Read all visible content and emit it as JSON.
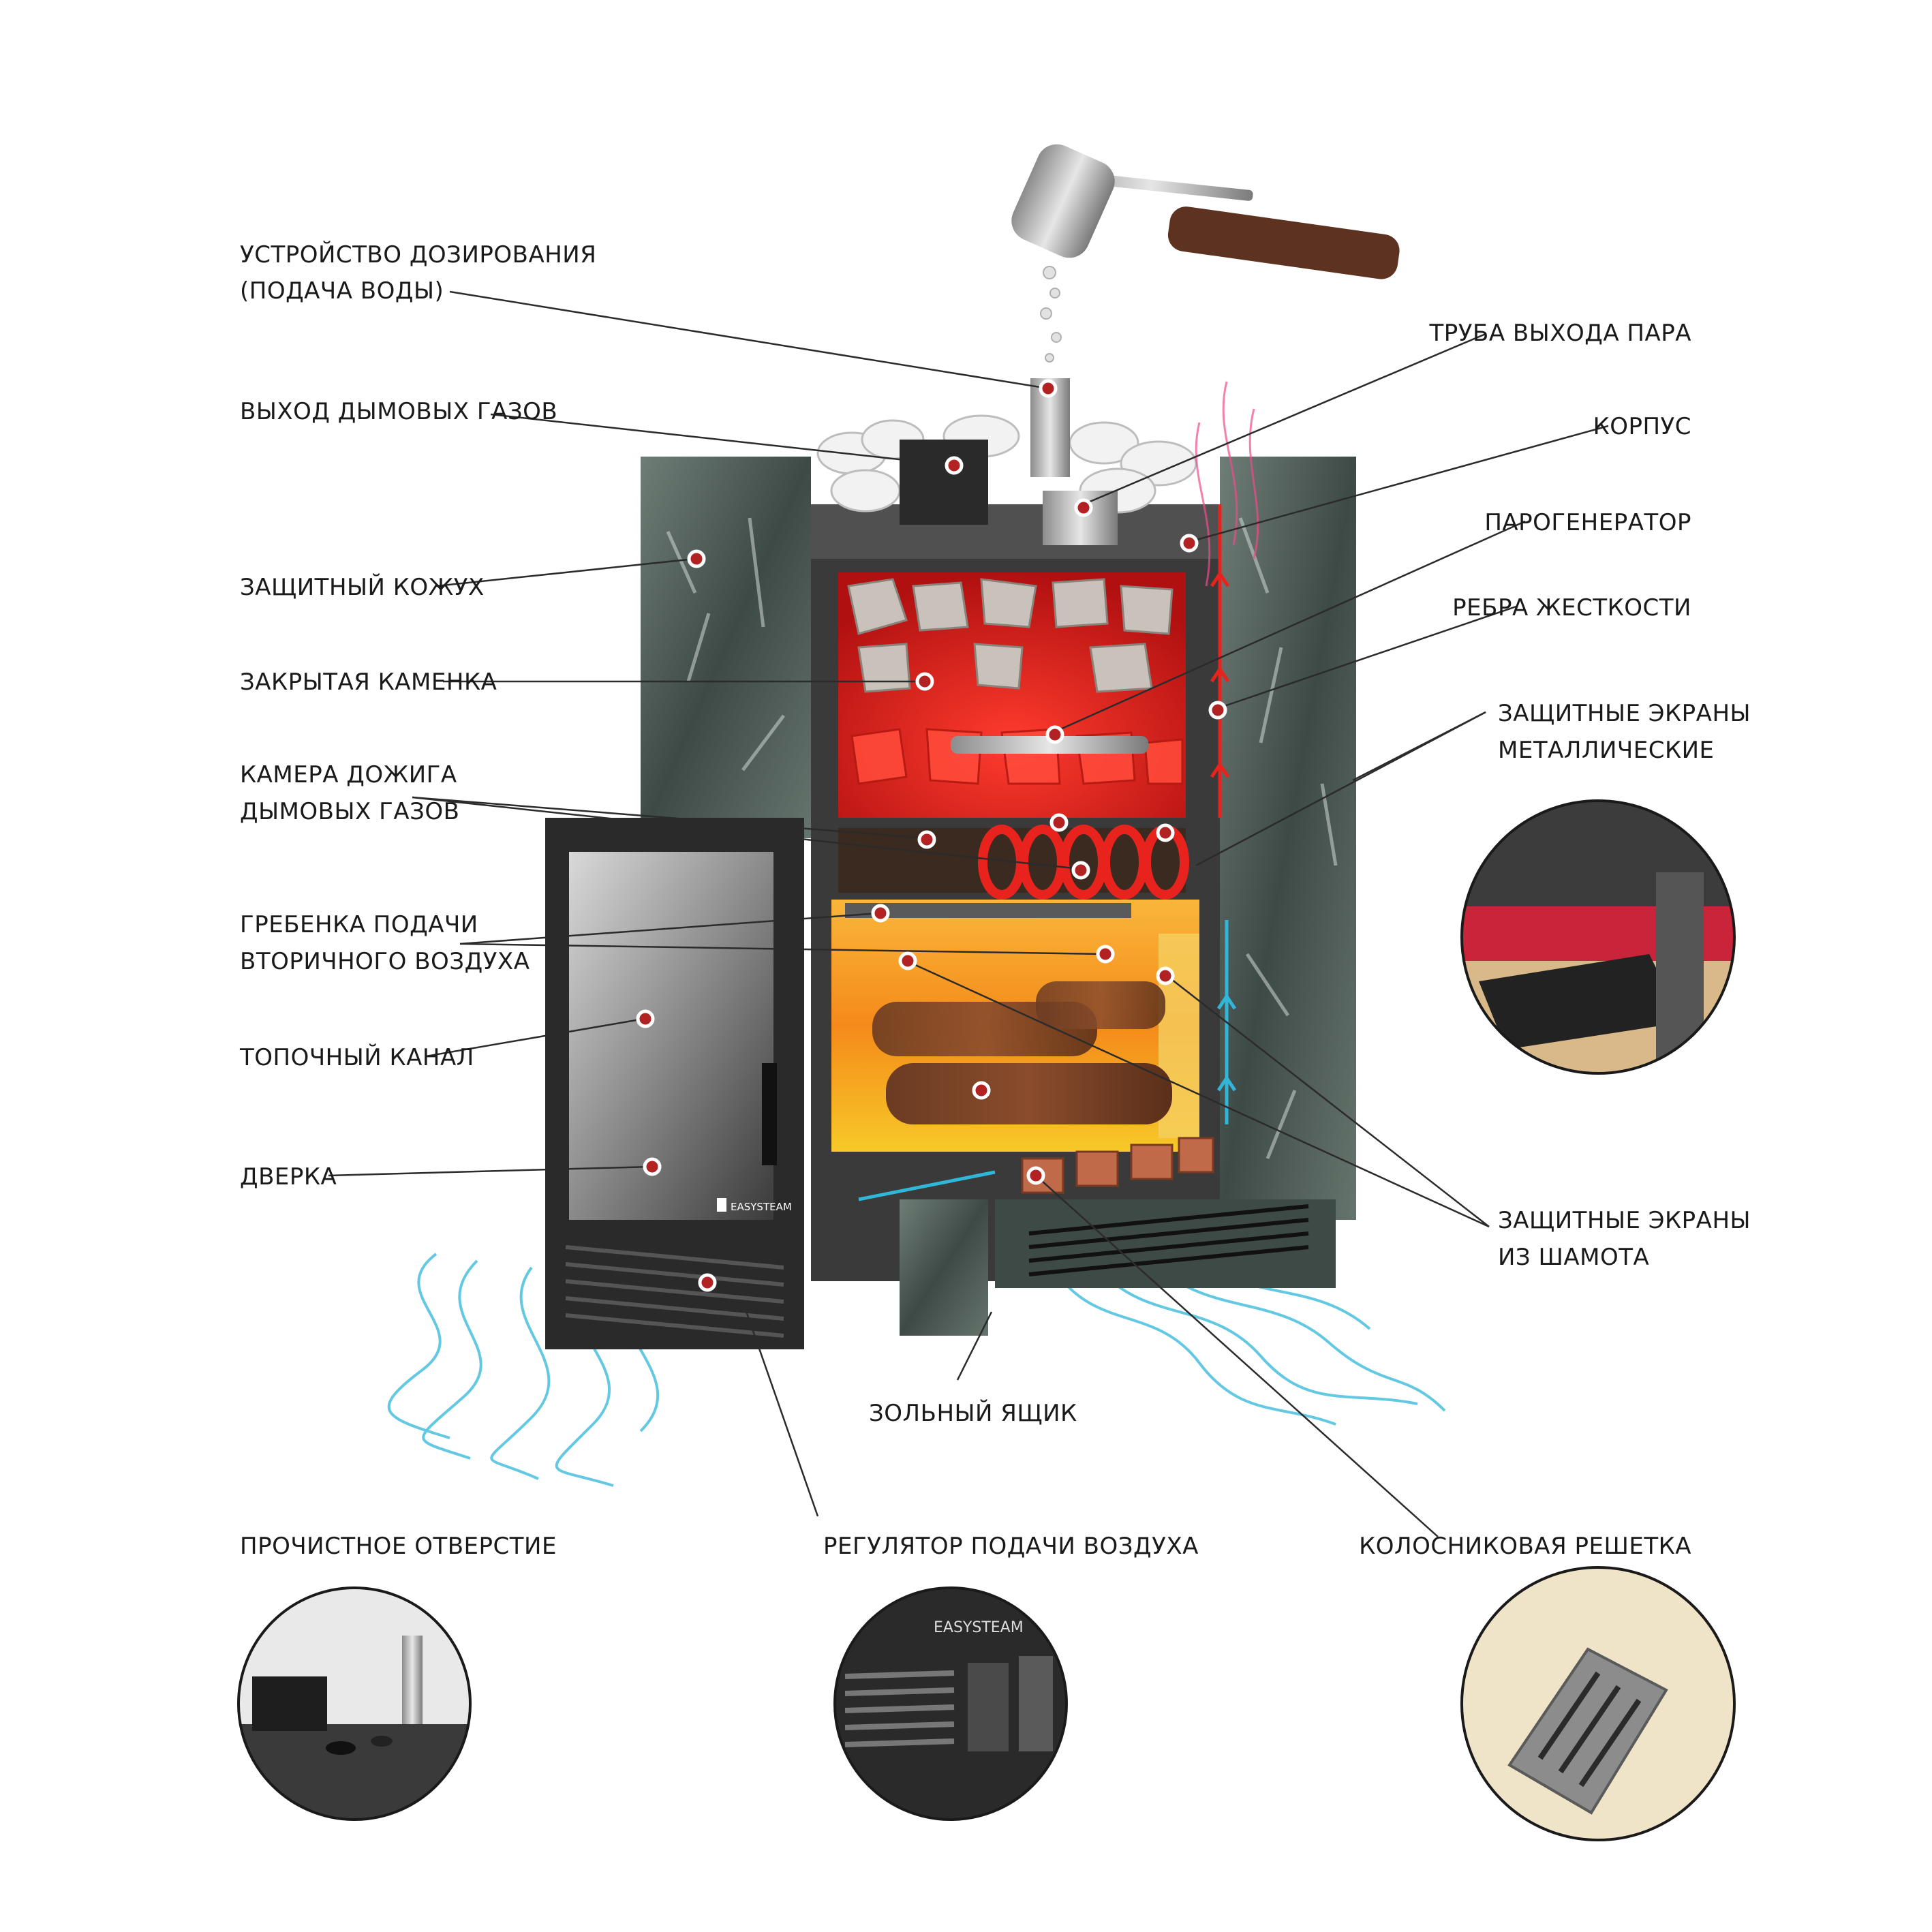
{
  "brand": "EASYSTEAM",
  "colors": {
    "hot": "#e8231d",
    "fire": "#f7a21a",
    "air": "#2fb6d9",
    "stone": "#4f5c57",
    "metal": "#2a2a2a",
    "marker": "#b22222"
  },
  "labels": {
    "dosing": [
      "УСТРОЙСТВО ДОЗИРОВАНИЯ",
      "(ПОДАЧА ВОДЫ)"
    ],
    "flue": [
      "ВЫХОД ДЫМОВЫХ ГАЗОВ"
    ],
    "casing": [
      "ЗАЩИТНЫЙ КОЖУХ"
    ],
    "heater": [
      "ЗАКРЫТАЯ КАМЕНКА"
    ],
    "afterburn": [
      "КАМЕРА ДОЖИГА",
      "ДЫМОВЫХ ГАЗОВ"
    ],
    "secondary_air": [
      "ГРЕБЕНКА ПОДАЧИ",
      "ВТОРИЧНОГО ВОЗДУХА"
    ],
    "firebox": [
      "ТОПОЧНЫЙ КАНАЛ"
    ],
    "door": [
      "ДВЕРКА"
    ],
    "ashbox": [
      "ЗОЛЬНЫЙ ЯЩИК"
    ],
    "steam_pipe": [
      "ТРУБА ВЫХОДА ПАРА"
    ],
    "body": [
      "КОРПУС"
    ],
    "steam_gen": [
      "ПАРОГЕНЕРАТОР"
    ],
    "ribs": [
      "РЕБРА ЖЕСТКОСТИ"
    ],
    "metal_screens": [
      "ЗАЩИТНЫЕ ЭКРАНЫ",
      "МЕТАЛЛИЧЕСКИЕ"
    ],
    "chamotte_screens": [
      "ЗАЩИТНЫЕ ЭКРАНЫ",
      "ИЗ ШАМОТА"
    ],
    "cleanout": [
      "ПРОЧИСТНОЕ ОТВЕРСТИЕ"
    ],
    "air_regulator": [
      "РЕГУЛЯТОР ПОДАЧИ ВОЗДУХА"
    ],
    "grate": [
      "КОЛОСНИКОВАЯ РЕШЕТКА"
    ]
  }
}
